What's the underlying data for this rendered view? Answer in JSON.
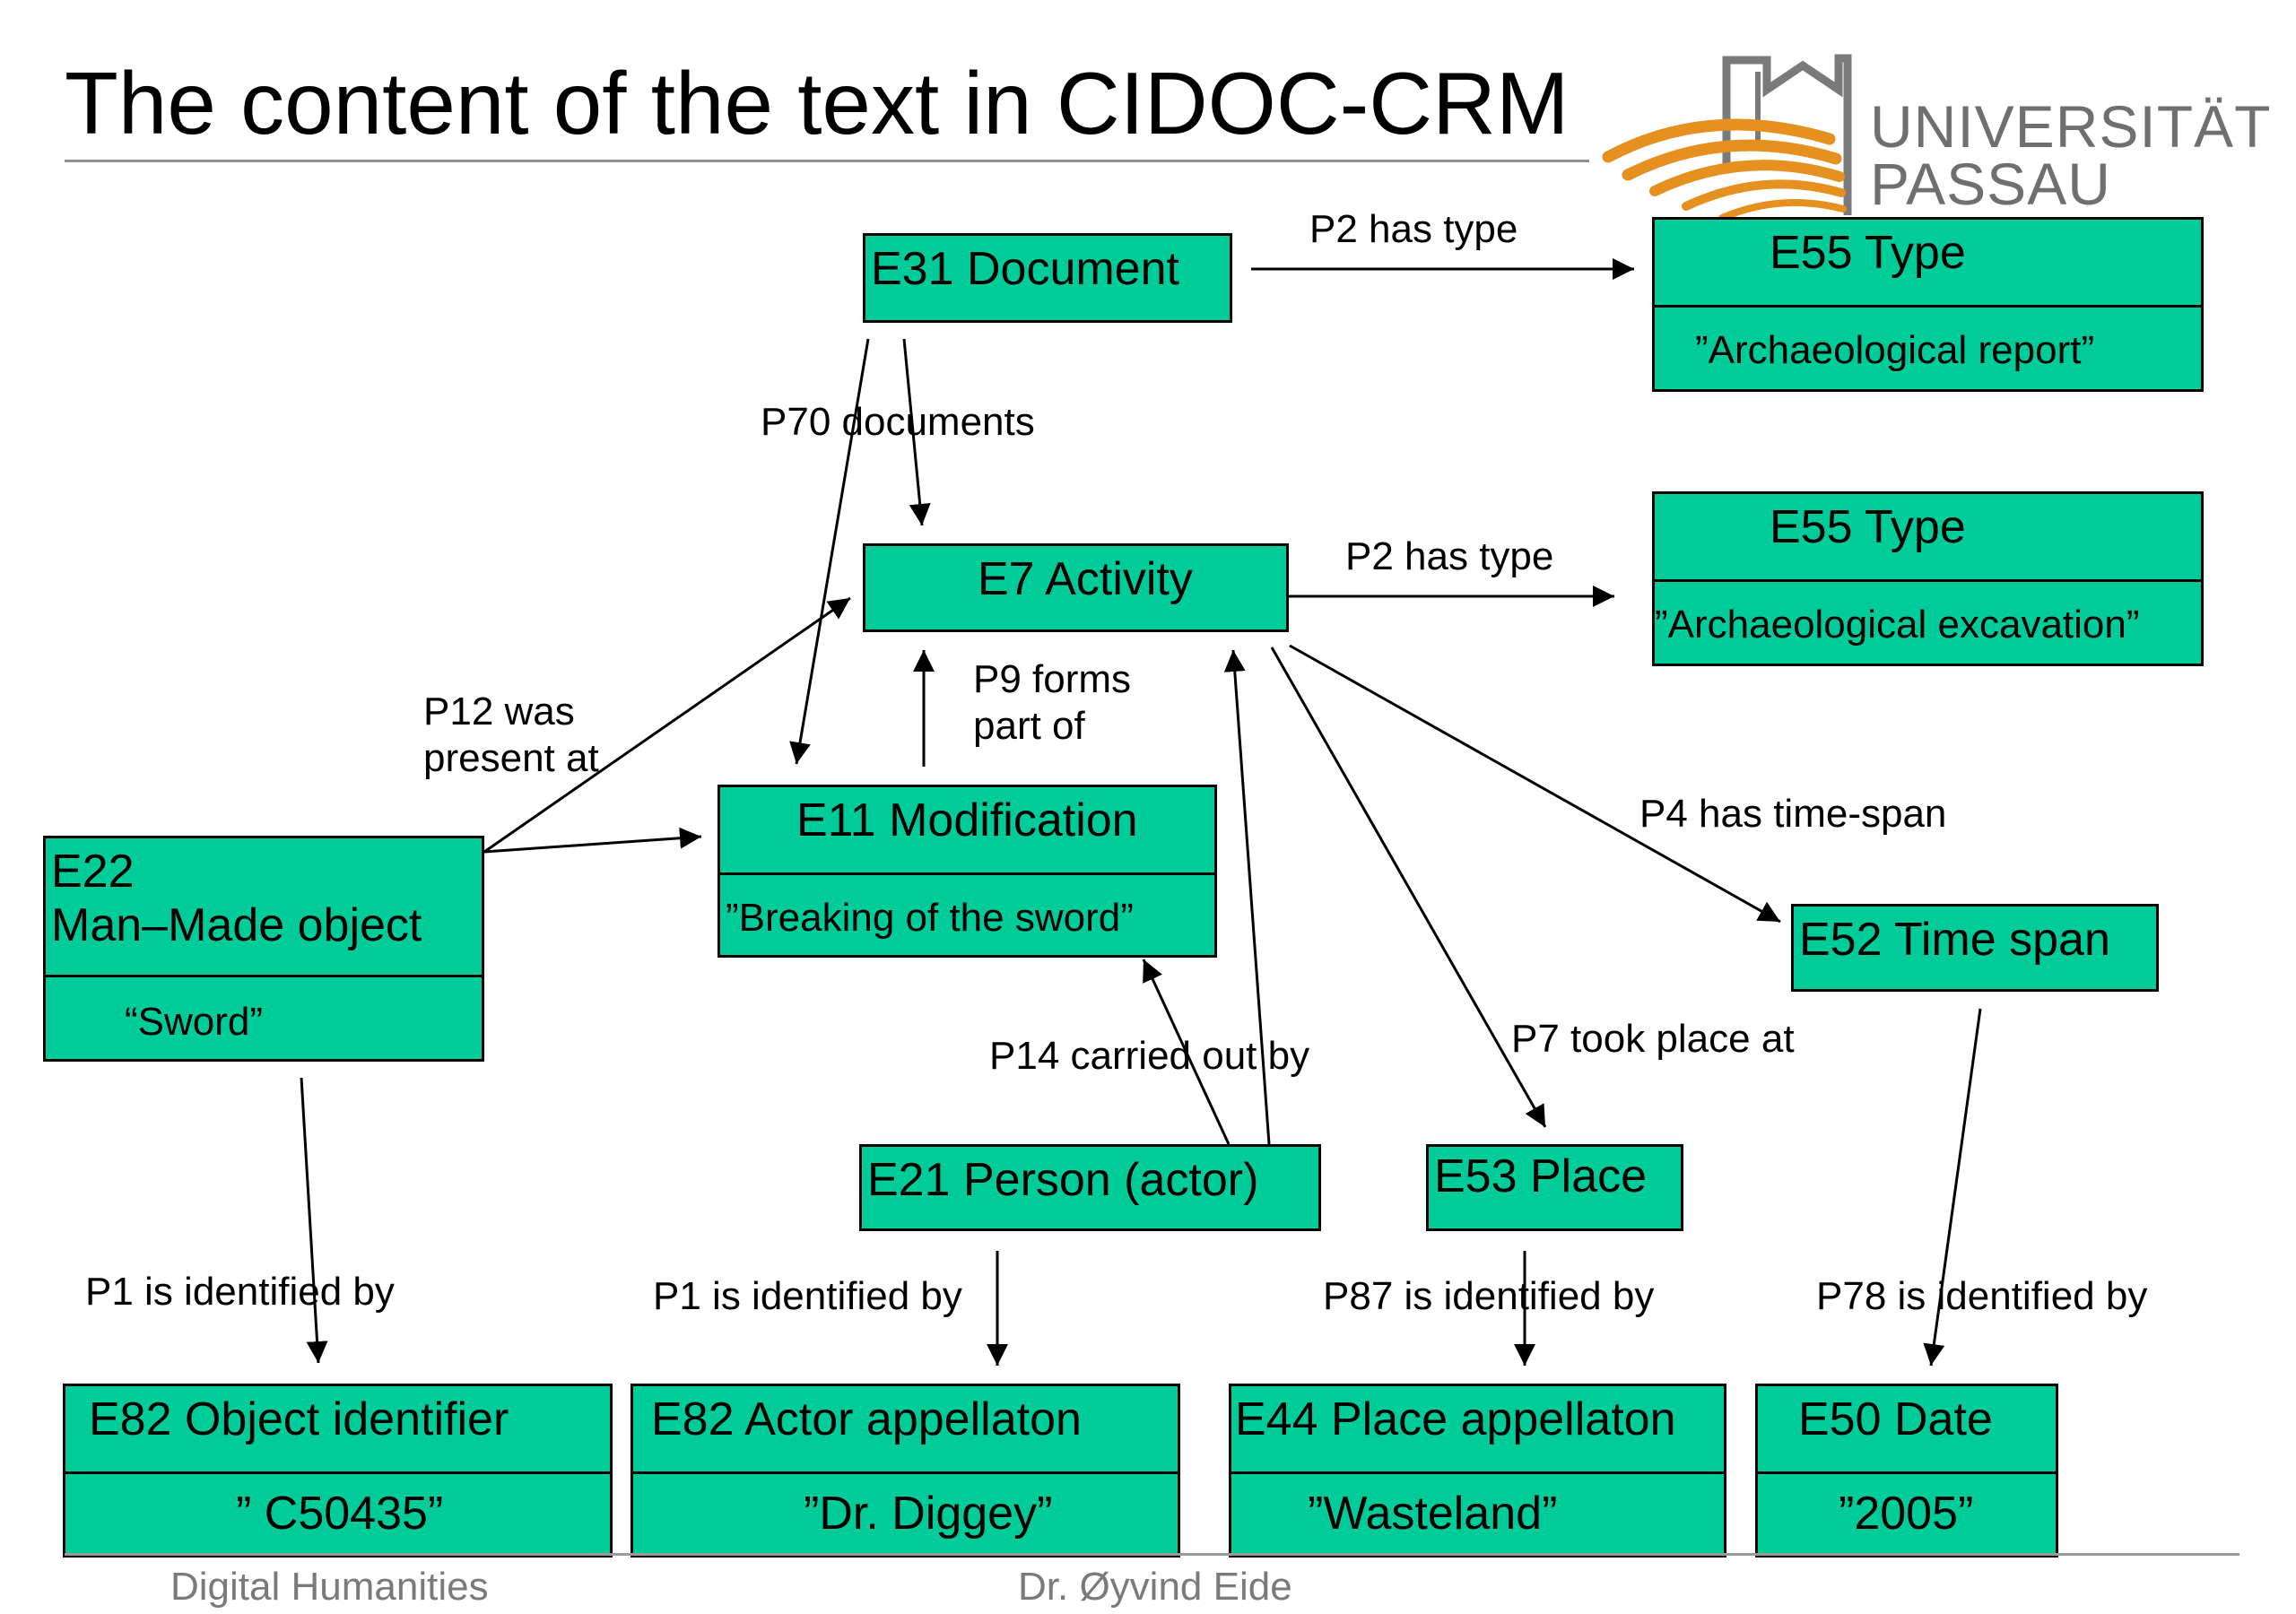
{
  "slide": {
    "title": "The content of the text in CIDOC-CRM",
    "logo": {
      "line1": "UNIVERSITÄT",
      "line2": "PASSAU",
      "color_grey": "#6f6f6f",
      "color_orange": "#e69020"
    },
    "box_color": "#00cc99"
  },
  "boxes": {
    "e31": {
      "label": "E31 Document"
    },
    "e55a": {
      "label": "E55 Type",
      "value": "”Archaeological report”"
    },
    "e7": {
      "label": "E7 Activity"
    },
    "e55b": {
      "label": "E55 Type",
      "value": "”Archaeological excavation”"
    },
    "e11": {
      "label": "E11 Modification",
      "value": "”Breaking of the sword”"
    },
    "e22": {
      "label_line1": "E22",
      "label_line2": "Man–Made object",
      "value": "“Sword”"
    },
    "e52": {
      "label": "E52 Time span"
    },
    "e21": {
      "label": "E21 Person (actor)"
    },
    "e53": {
      "label": "E53 Place"
    },
    "e82a": {
      "label": "E82 Object identifier",
      "value": "” C50435”"
    },
    "e82b": {
      "label": "E82 Actor appellaton",
      "value": "”Dr. Diggey”"
    },
    "e44": {
      "label": "E44 Place appellaton",
      "value": "”Wasteland”"
    },
    "e50": {
      "label": "E50 Date",
      "value": "”2005”"
    }
  },
  "properties": {
    "p2_doc": "P2 has type",
    "p70": "P70 documents",
    "p2_act": "P2 has type",
    "p9_line1": "P9 forms",
    "p9_line2": "part of",
    "p12_line1": "P12 was",
    "p12_line2": "present at",
    "p4": "P4 has time-span",
    "p14": "P14 carried out by",
    "p7": "P7 took place at",
    "p1_obj": "P1 is identified by",
    "p1_actor": "P1 is identified by",
    "p87": "P87 is identified by",
    "p78": "P78 is identified by"
  },
  "footer": {
    "left": "Digital Humanities",
    "center": "Dr. Øyvind Eide"
  }
}
